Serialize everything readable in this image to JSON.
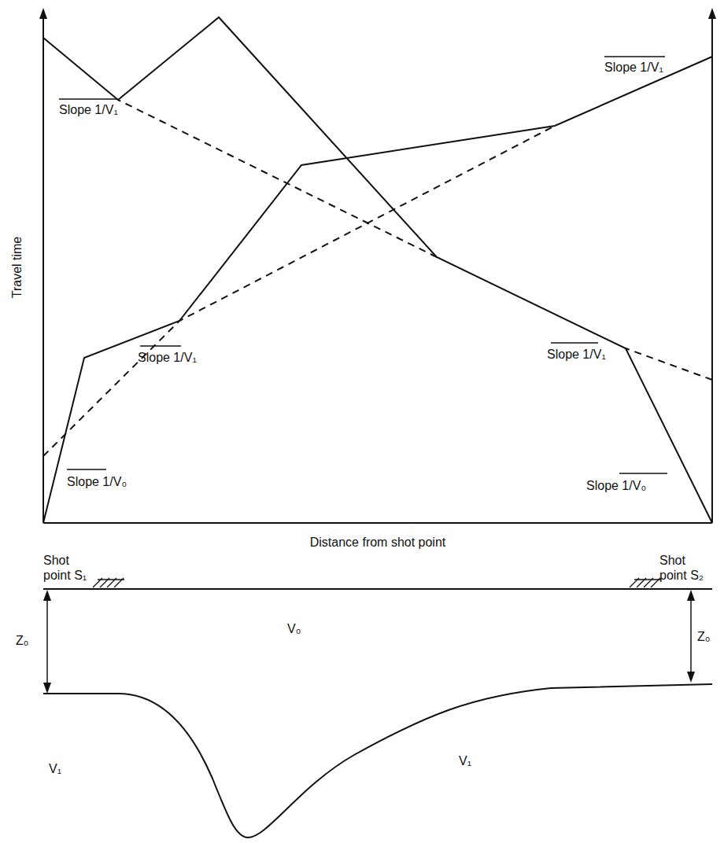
{
  "diagram": {
    "labels": [
      "Slope 1/V₁",
      "Slope 1/V₁",
      "Travel time",
      "Slope 1/V₁",
      "Slope 1/V₁",
      "Slope 1/V₀",
      "Slope 1/V₀",
      "Distance from shot point",
      "Shot point S₁",
      "Shot point S₂",
      "Z₀",
      "Z₀",
      "V₀",
      "V₁",
      "V₁"
    ]
  }
}
